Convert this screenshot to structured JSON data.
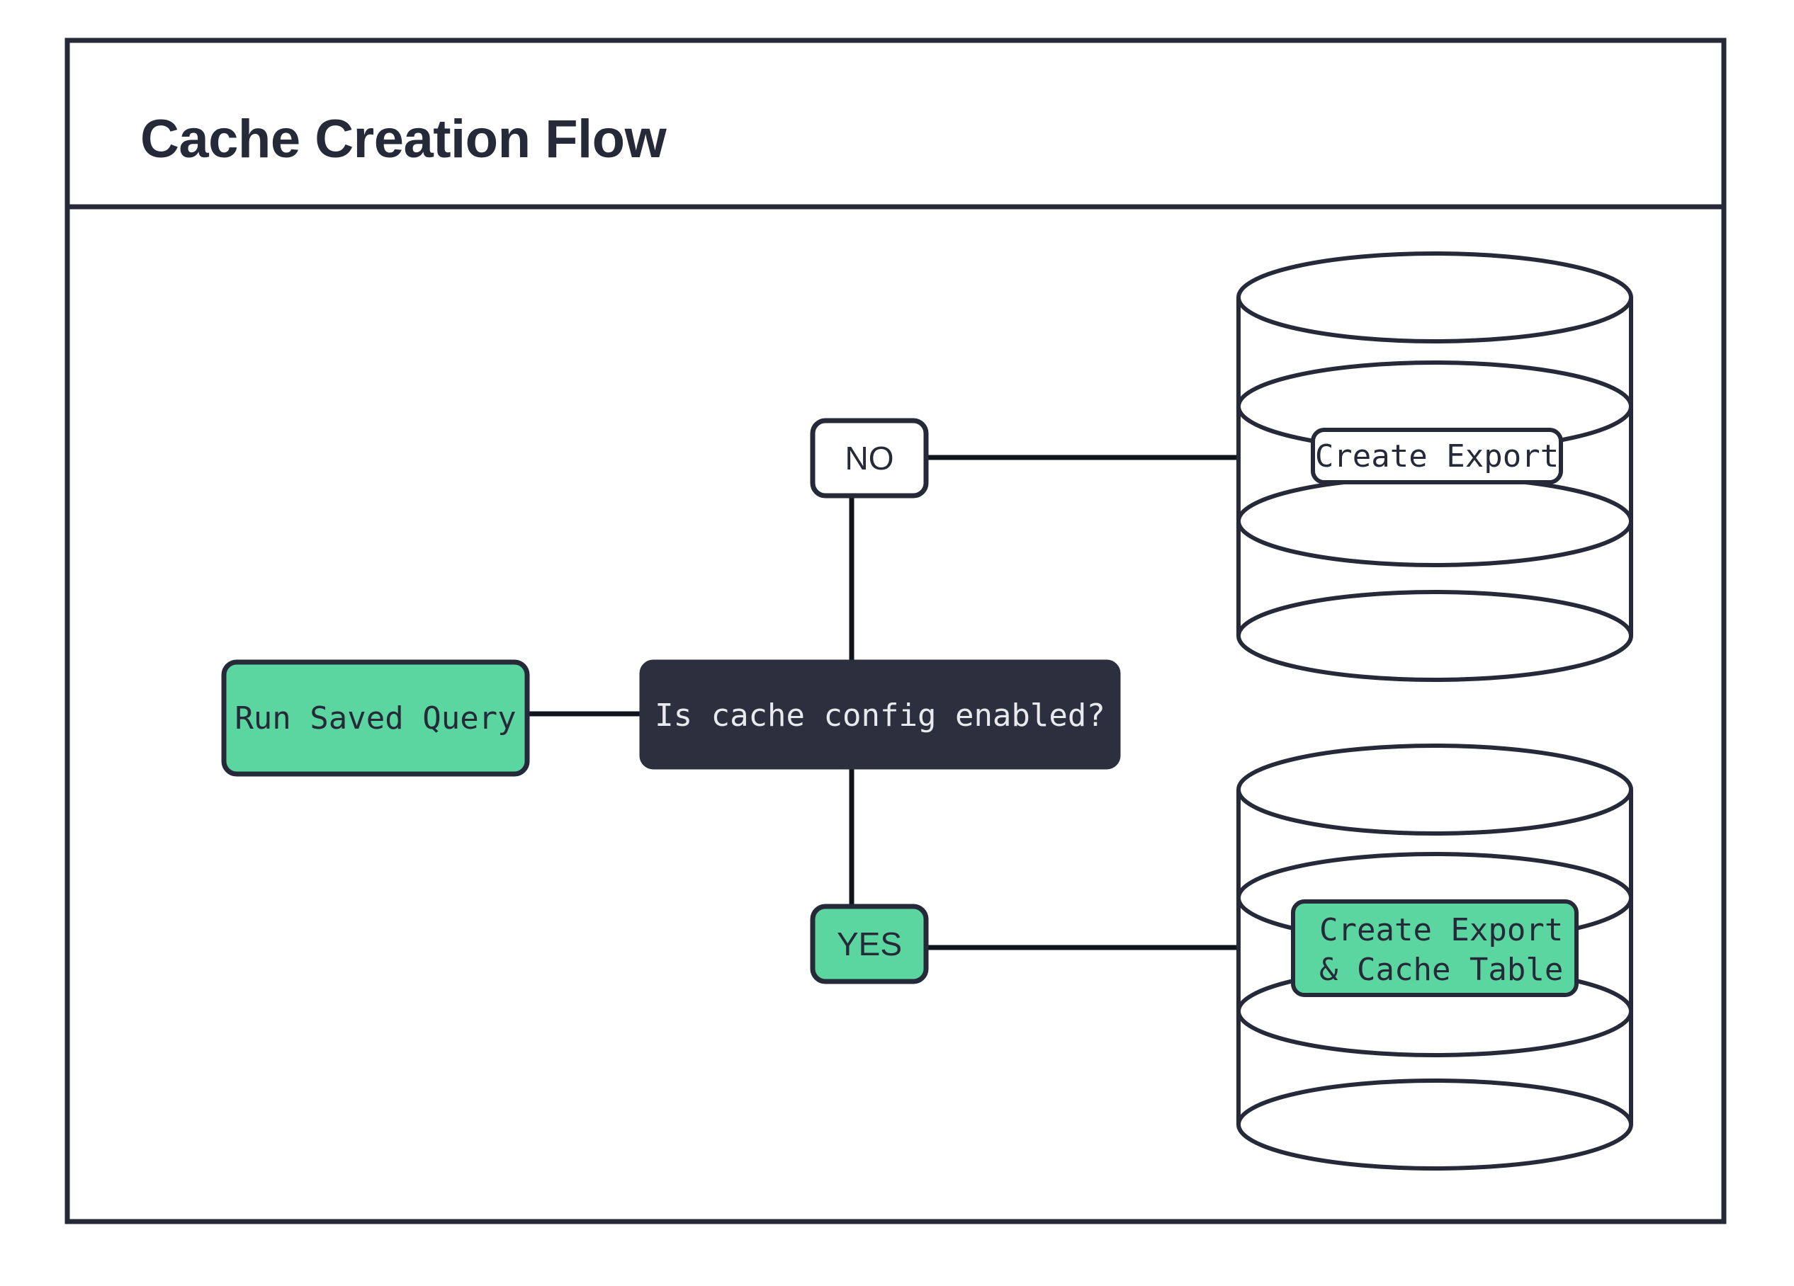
{
  "diagram": {
    "title": "Cache Creation Flow",
    "type": "flowchart",
    "colors": {
      "accent_green": "#5cd6a0",
      "dark_node": "#2b2f3e",
      "stroke": "#262a38",
      "canvas": "#ffffff",
      "dark_node_text": "#e8eaee"
    },
    "nodes": [
      {
        "id": "run-saved-query",
        "label": "Run Saved Query",
        "shape": "rounded-rect",
        "style": "green",
        "font": "mono"
      },
      {
        "id": "is-cache-config-enabled",
        "label": "Is cache config enabled?",
        "shape": "rounded-rect",
        "style": "dark",
        "font": "mono"
      },
      {
        "id": "branch-no",
        "label": "NO",
        "shape": "rounded-rect",
        "style": "white",
        "font": "sans"
      },
      {
        "id": "branch-yes",
        "label": "YES",
        "shape": "rounded-rect",
        "style": "green",
        "font": "sans"
      },
      {
        "id": "create-export",
        "label": "Create Export",
        "shape": "database-cylinder",
        "style": "white",
        "font": "mono"
      },
      {
        "id": "create-export-cache-table",
        "label_line1": "Create Export",
        "label_line2": "& Cache Table",
        "shape": "database-cylinder",
        "style": "green",
        "font": "mono"
      }
    ],
    "edges": [
      {
        "from": "run-saved-query",
        "to": "is-cache-config-enabled",
        "label": ""
      },
      {
        "from": "is-cache-config-enabled",
        "to": "branch-no",
        "label": ""
      },
      {
        "from": "is-cache-config-enabled",
        "to": "branch-yes",
        "label": ""
      },
      {
        "from": "branch-no",
        "to": "create-export",
        "label": ""
      },
      {
        "from": "branch-yes",
        "to": "create-export-cache-table",
        "label": ""
      }
    ]
  }
}
